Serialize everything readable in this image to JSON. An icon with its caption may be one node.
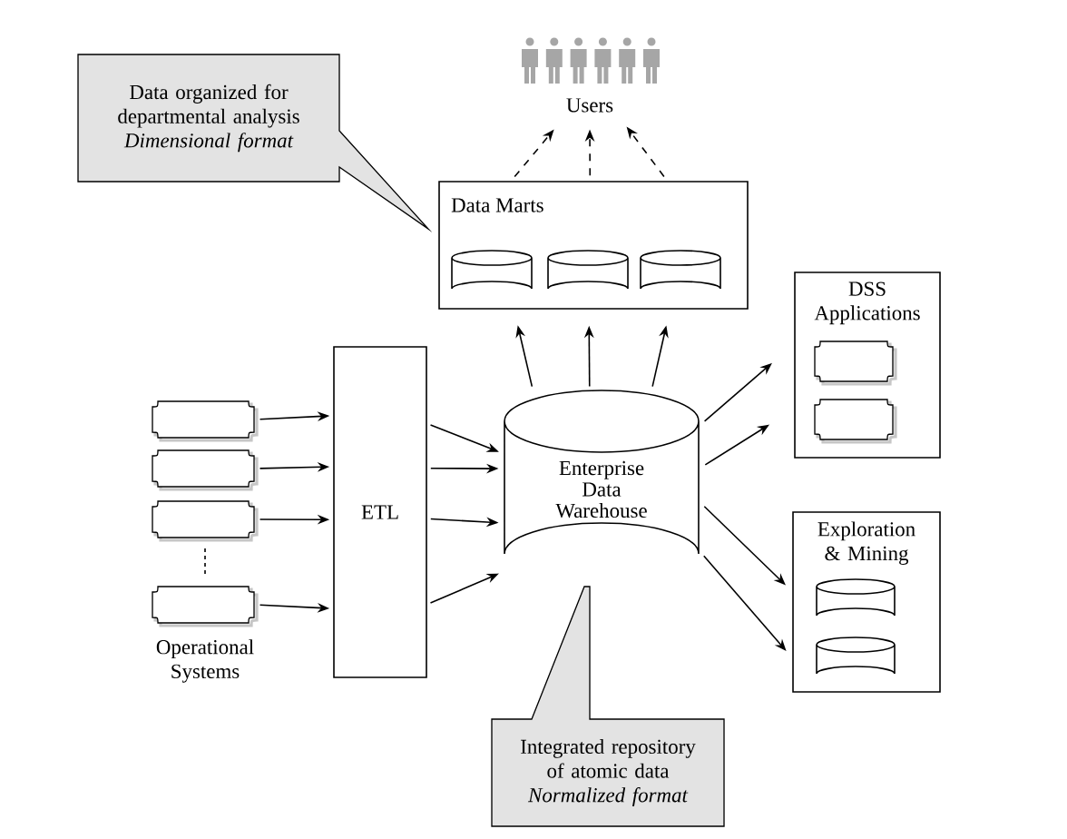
{
  "diagram": {
    "nodes": [
      {
        "text": [
          "Data organized for departmental analysis",
          "Dimensional format"
        ]
      },
      {
        "text": [
          "Users"
        ]
      },
      {
        "text": [
          "Data Marts"
        ]
      },
      {
        "text": [],
        "shape": "cylinder",
        "in": 2
      },
      {
        "text": [],
        "shape": "cylinder",
        "in": 2
      },
      {
        "text": [],
        "shape": "cylinder",
        "in": 2
      },
      {
        "text": [
          "DSS Applications"
        ]
      },
      {
        "text": [],
        "shape": "box",
        "in": 6
      },
      {
        "text": [],
        "shape": "box",
        "in": 6
      },
      {
        "text": [],
        "shape": "box"
      },
      {
        "text": [],
        "shape": "box"
      },
      {
        "text": [],
        "shape": "box"
      },
      {
        "text": [],
        "shape": "box"
      },
      {
        "text": [
          "ETL"
        ]
      },
      {
        "text": [
          "Enterprise Data Warehouse"
        ]
      },
      {
        "text": [
          "Exploration & Mining"
        ]
      },
      {
        "text": [],
        "shape": "cylinder",
        "in": 15
      },
      {
        "text": [],
        "shape": "cylinder",
        "in": 15
      },
      {
        "text": [
          "Integrated repository of atomic data",
          "Normalized format"
        ]
      }
    ],
    "edges": [
      {
        "from": 2,
        "to": 1,
        "arrow": "to",
        "style": "dashed"
      },
      {
        "from": 2,
        "to": 1,
        "arrow": "to",
        "style": "dashed"
      },
      {
        "from": 2,
        "to": 1,
        "arrow": "to",
        "style": "dashed"
      },
      {
        "from": 14,
        "to": 2,
        "arrow": "to"
      },
      {
        "from": 14,
        "to": 2,
        "arrow": "to"
      },
      {
        "from": 14,
        "to": 2,
        "arrow": "to"
      },
      {
        "from": 9,
        "to": 13,
        "arrow": "to"
      },
      {
        "from": 10,
        "to": 13,
        "arrow": "to"
      },
      {
        "from": 11,
        "to": 13,
        "arrow": "to"
      },
      {
        "from": 12,
        "to": 13,
        "arrow": "to"
      },
      {
        "from": 13,
        "to": 14,
        "arrow": "to"
      },
      {
        "from": 13,
        "to": 14,
        "arrow": "to"
      },
      {
        "from": 13,
        "to": 14,
        "arrow": "to"
      },
      {
        "from": 13,
        "to": 14,
        "arrow": "to"
      },
      {
        "from": 14,
        "to": 6,
        "arrow": "to"
      },
      {
        "from": 14,
        "to": 6,
        "arrow": "to"
      },
      {
        "from": 14,
        "to": 15,
        "arrow": "to"
      },
      {
        "from": 14,
        "to": 15,
        "arrow": "to"
      }
    ],
    "labels": [
      "Operational Systems"
    ]
  }
}
